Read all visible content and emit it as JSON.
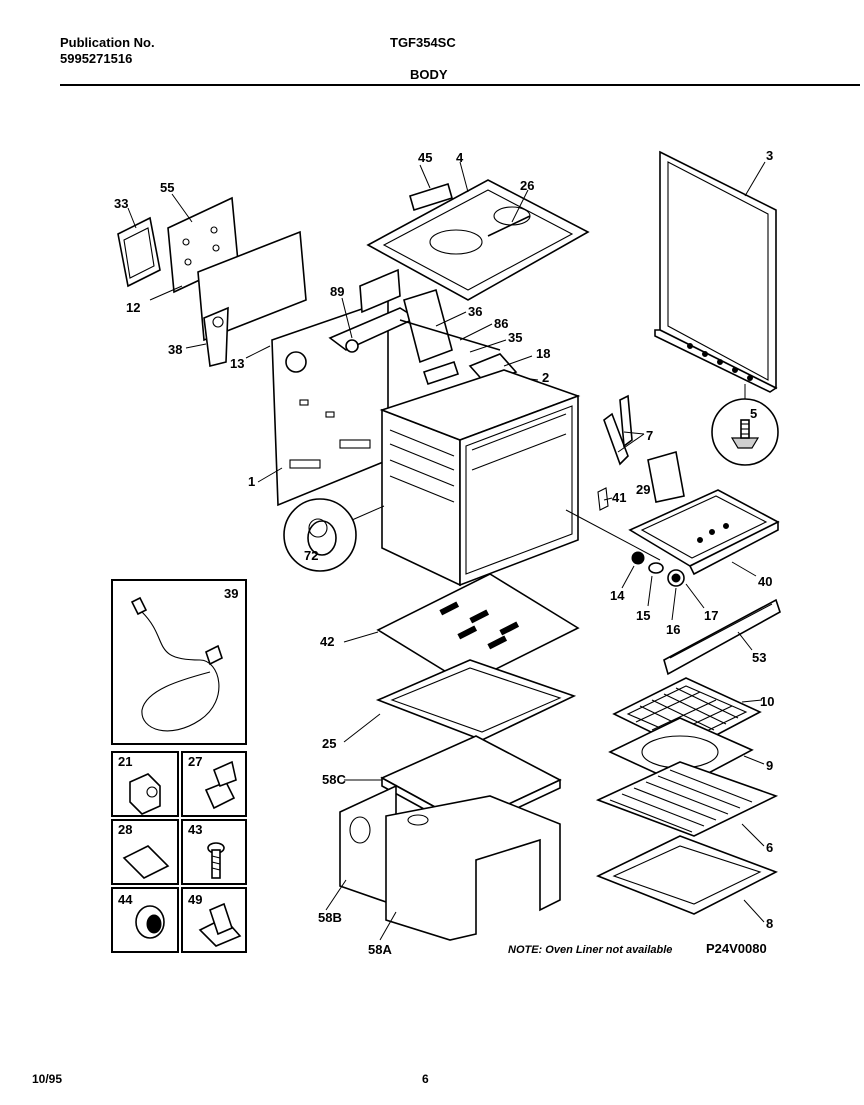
{
  "header": {
    "publication_label": "Publication No.",
    "publication_number": "5995271516",
    "model": "TGF354SC",
    "section_title": "BODY"
  },
  "callouts": {
    "p1": "1",
    "p2": "2",
    "p3": "3",
    "p4": "4",
    "p5": "5",
    "p6": "6",
    "p7": "7",
    "p8": "8",
    "p9": "9",
    "p10": "10",
    "p12": "12",
    "p13": "13",
    "p14": "14",
    "p15": "15",
    "p16": "16",
    "p17": "17",
    "p18": "18",
    "p21": "21",
    "p25": "25",
    "p26": "26",
    "p27": "27",
    "p28": "28",
    "p29": "29",
    "p33": "33",
    "p35": "35",
    "p36": "36",
    "p38": "38",
    "p39": "39",
    "p40": "40",
    "p41": "41",
    "p42": "42",
    "p43": "43",
    "p44": "44",
    "p45": "45",
    "p49": "49",
    "p53": "53",
    "p55": "55",
    "p58A": "58A",
    "p58B": "58B",
    "p58C": "58C",
    "p72": "72",
    "p86": "86",
    "p89": "89"
  },
  "note": "NOTE: Oven Liner not available",
  "drawing_code": "P24V0080",
  "footer": {
    "date": "10/95",
    "page": "6"
  }
}
